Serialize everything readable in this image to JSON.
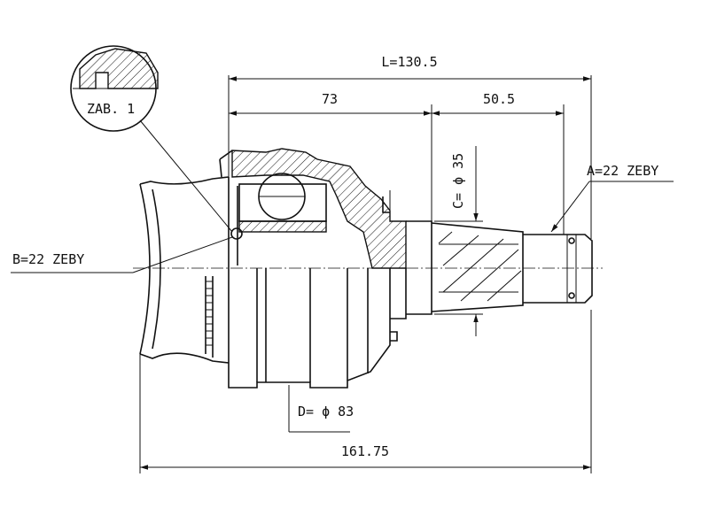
{
  "dimensions": {
    "total_length": "L=130.5",
    "housing_length": "73",
    "shaft_length": "50.5",
    "overall_length": "161.75",
    "shaft_diameter": "C= ϕ 35",
    "outer_diameter": "D= ϕ 83",
    "outer_splines": "A=22 ZEBY",
    "inner_splines": "B=22 ZEBY",
    "detail_label": "ZAB. 1"
  },
  "colors": {
    "line": "#111111",
    "background": "#ffffff"
  }
}
